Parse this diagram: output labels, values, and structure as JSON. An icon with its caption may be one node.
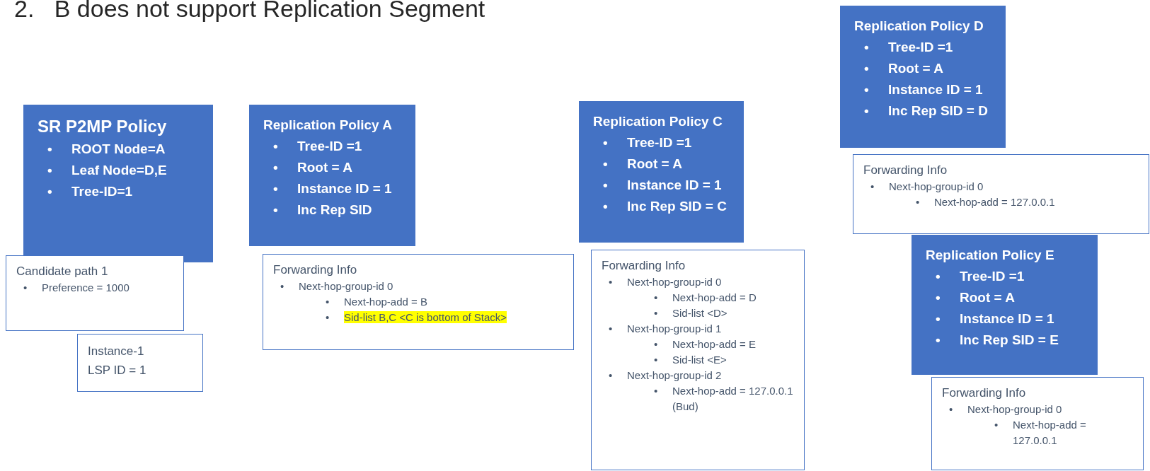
{
  "diagram": {
    "title": "2.   B does not support Replication Segment",
    "nodes": [
      {
        "text": [
          "SR P2MP Policy",
          "• ROOT Node=A",
          "• Leaf Node=D,E",
          "• Tree-ID=1"
        ]
      },
      {
        "text": [
          "Candidate path 1",
          "• Preference = 1000"
        ]
      },
      {
        "text": [
          "Instance-1",
          "LSP ID = 1"
        ]
      },
      {
        "text": [
          "Replication Policy A",
          "• Tree-ID =1",
          "• Root = A",
          "• Instance ID = 1",
          "• Inc Rep SID"
        ]
      },
      {
        "text": [
          "Forwarding Info",
          "• Next-hop-group-id 0",
          "• Next-hop-add = B",
          "• Sid-list B,C <C is bottom of Stack>"
        ]
      },
      {
        "text": [
          "Replication Policy C",
          "• Tree-ID =1",
          "• Root = A",
          "• Instance ID = 1",
          "• Inc Rep SID = C"
        ]
      },
      {
        "text": [
          "Forwarding Info",
          "• Next-hop-group-id 0",
          "• Next-hop-add = D",
          "• Sid-list <D>",
          "• Next-hop-group-id 1",
          "• Next-hop-add = E",
          "• Sid-list <E>",
          "• Next-hop-group-id 2",
          "• Next-hop-add = 127.0.0.1 (Bud)"
        ]
      },
      {
        "text": [
          "Replication Policy  D",
          "• Tree-ID =1",
          "• Root = A",
          "• Instance ID = 1",
          "• Inc Rep SID = D"
        ]
      },
      {
        "text": [
          "Forwarding Info",
          "• Next-hop-group-id 0",
          "• Next-hop-add = 127.0.0.1"
        ]
      },
      {
        "text": [
          "Replication Policy  E",
          "• Tree-ID =1",
          "• Root = A",
          "• Instance ID = 1",
          "• Inc Rep SID = E"
        ]
      },
      {
        "text": [
          "Forwarding Info",
          "• Next-hop-group-id 0",
          "• Next-hop-add = 127.0.0.1"
        ]
      }
    ]
  }
}
